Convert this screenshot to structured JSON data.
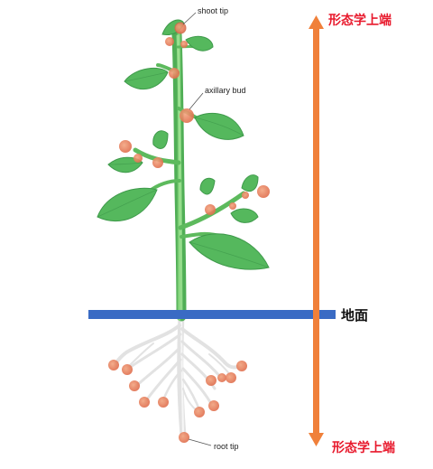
{
  "labels": {
    "shoot_tip": "shoot tip",
    "axillary_bud": "axillary bud",
    "root_tip": "root tip",
    "top_pole": "形态学上端",
    "bottom_pole": "形态学上端",
    "ground": "地面"
  },
  "colors": {
    "arrow": "#f0803a",
    "pole_text": "#e8192c",
    "ground_line": "#3a6bc4",
    "stem": "#6cc56a",
    "leaf": "#55b85d",
    "bud": "#e8805e",
    "root": "#e4e4e4"
  }
}
